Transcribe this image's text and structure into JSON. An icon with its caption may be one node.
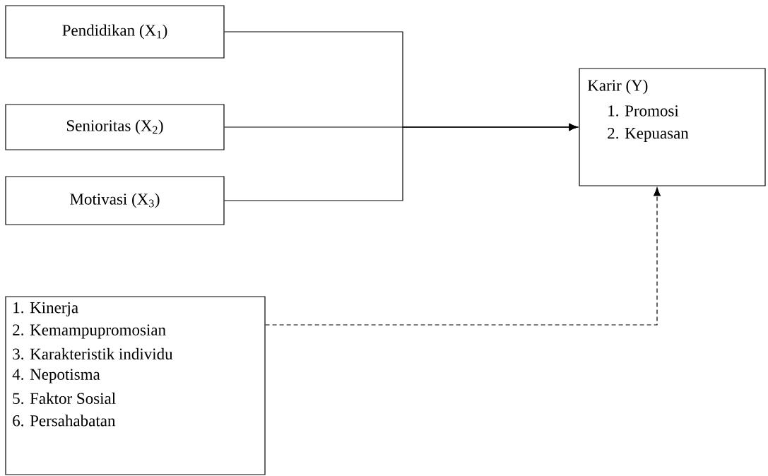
{
  "diagram": {
    "nodes": [
      {
        "text": [
          "Pendidikan (X$_{1}$)"
        ]
      },
      {
        "text": [
          "Senioritas (X$_{2}$)"
        ]
      },
      {
        "text": [
          "Motivasi (X$_{3}$)"
        ]
      },
      {
        "text": [
          "Karir (Y)",
          "1.  Promosi",
          "2.  Kepuasan"
        ]
      },
      {
        "text": [
          "1. Kinerja",
          "2. Kemampupromosian",
          "3. Karakteristik individu",
          "4. Nepotisma",
          "5. Faktor Sosial",
          "6. Persahabatan"
        ]
      }
    ],
    "edges": [
      {
        "from": 0,
        "to": 3,
        "arrow": "to"
      },
      {
        "from": 1,
        "to": 3,
        "arrow": "to"
      },
      {
        "from": 2,
        "to": 3,
        "arrow": "to"
      },
      {
        "from": 4,
        "to": 3,
        "arrow": "to",
        "style": "dashed"
      }
    ]
  }
}
